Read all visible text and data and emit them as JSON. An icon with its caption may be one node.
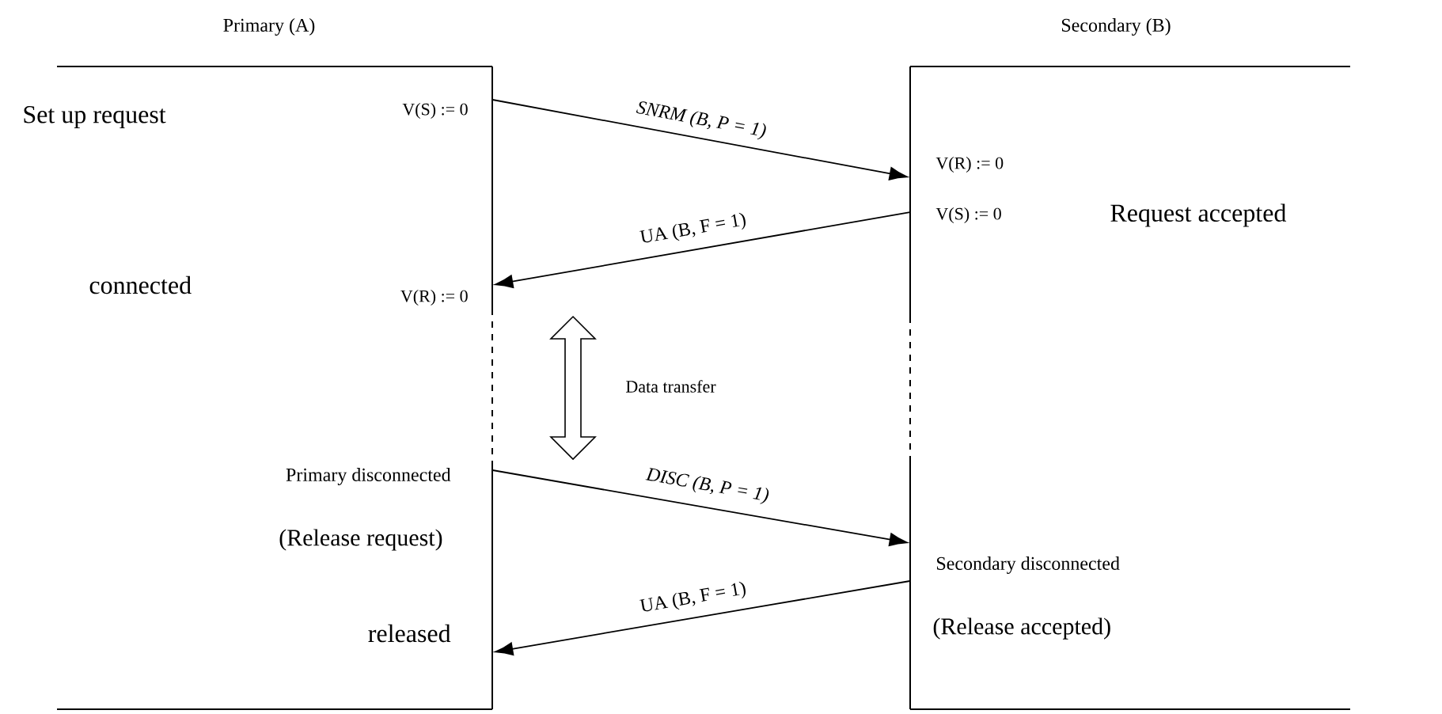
{
  "diagram": {
    "nodes": [
      {
        "text": [
          "Primary (A)"
        ]
      },
      {
        "text": [
          "Secondary (B)"
        ]
      }
    ],
    "edges": [
      {
        "from": 0,
        "to": 1,
        "arrow": "to",
        "label": "SNRM (B, P = 1)"
      },
      {
        "from": 1,
        "to": 0,
        "arrow": "to",
        "label": "UA (B, F = 1)"
      },
      {
        "from": 0,
        "to": 1,
        "arrow": "to",
        "label": "DISC (B, P = 1)"
      },
      {
        "from": 1,
        "to": 0,
        "arrow": "to",
        "label": "UA (B, F = 1)"
      }
    ],
    "labels": [
      "Set up request",
      "V(S) := 0",
      "V(R) := 0",
      "V(S) := 0",
      "Request accepted",
      "connected",
      "V(R) := 0",
      "Data transfer",
      "Primary disconnected",
      "(Release request)",
      "Secondary disconnected",
      "(Release accepted)",
      "released"
    ]
  }
}
